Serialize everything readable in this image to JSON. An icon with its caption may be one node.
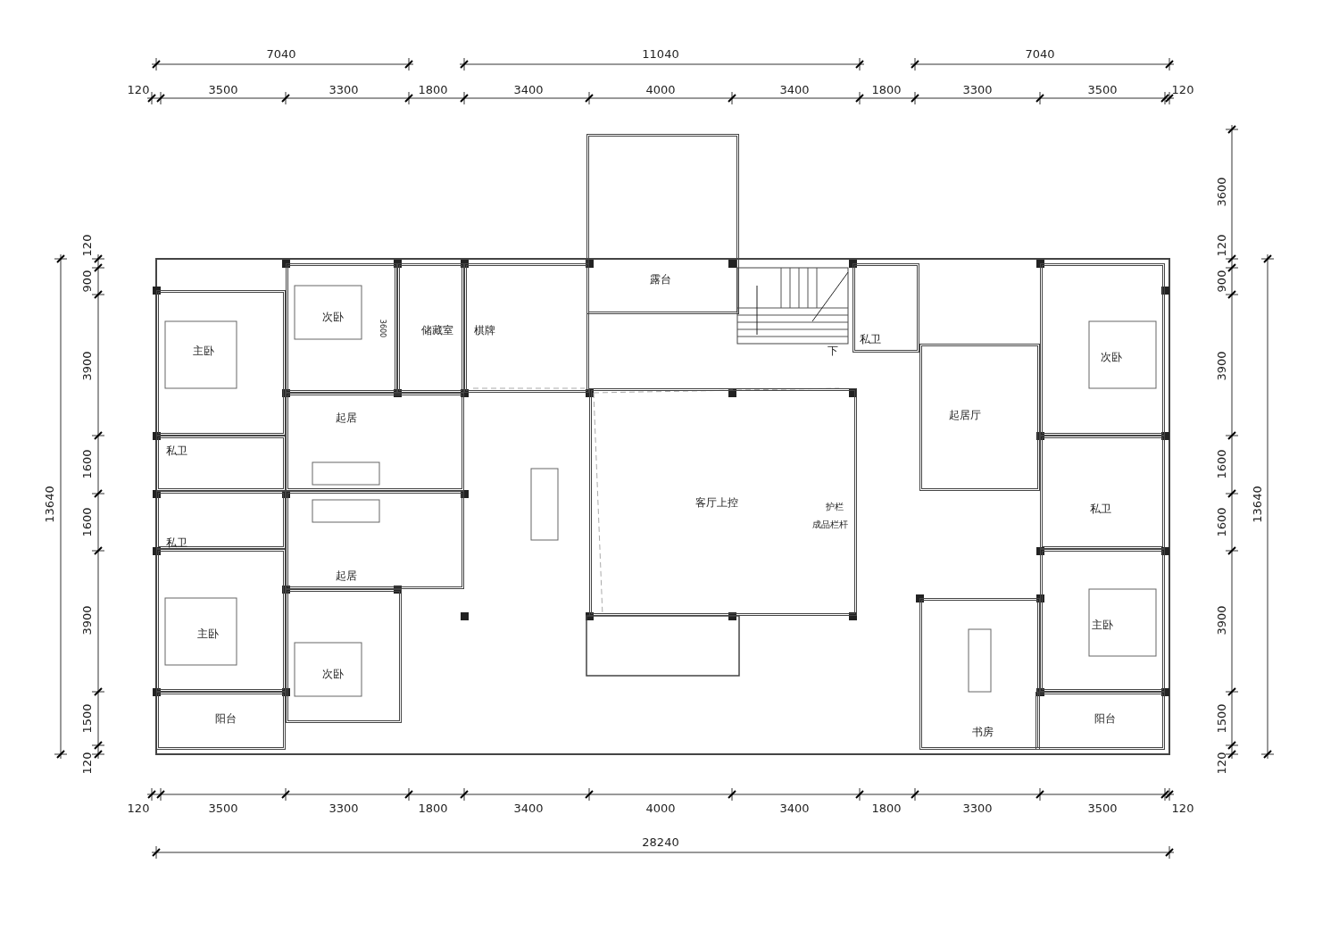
{
  "diagram": {
    "nodes": [
      {
        "text": [
          "主卧"
        ]
      },
      {
        "text": [
          "次卧"
        ]
      },
      {
        "text": [
          "储藏室"
        ]
      },
      {
        "text": [
          "棋牌"
        ]
      },
      {
        "text": [
          "露台"
        ]
      },
      {
        "text": [
          "起居"
        ]
      },
      {
        "text": [
          "私卫"
        ]
      },
      {
        "text": [
          "私卫"
        ]
      },
      {
        "text": [
          "起居"
        ]
      },
      {
        "text": [
          "主卧"
        ]
      },
      {
        "text": [
          "次卧"
        ]
      },
      {
        "text": [
          "阳台"
        ]
      },
      {
        "text": [
          "客厅上控"
        ]
      },
      {
        "text": [
          "私卫"
        ]
      },
      {
        "text": [
          "起居厅"
        ]
      },
      {
        "text": [
          "次卧"
        ]
      },
      {
        "text": [
          "私卫"
        ]
      },
      {
        "text": [
          "书房"
        ]
      },
      {
        "text": [
          "主卧"
        ]
      },
      {
        "text": [
          "阳台"
        ]
      }
    ],
    "labels": [
      "7040",
      "11040",
      "7040",
      "120",
      "3500",
      "3300",
      "1800",
      "3400",
      "4000",
      "3400",
      "1800",
      "3300",
      "3500",
      "120",
      "120",
      "900",
      "3900",
      "1600",
      "1600",
      "3900",
      "1500",
      "120",
      "13640",
      "3600",
      "120",
      "900",
      "3900",
      "1600",
      "1600",
      "3900",
      "1500",
      "120",
      "13640",
      "3600",
      "下",
      "护栏",
      "成品栏杆",
      "120",
      "3500",
      "3300",
      "1800",
      "3400",
      "4000",
      "3400",
      "1800",
      "3300",
      "3500",
      "120",
      "28240"
    ]
  }
}
